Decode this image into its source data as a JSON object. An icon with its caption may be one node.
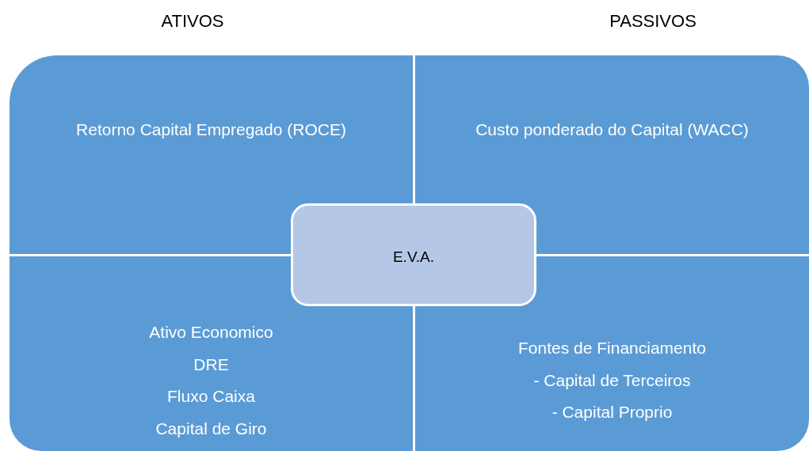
{
  "diagram": {
    "nodes": [
      {
        "text": [
          "Retorno Capital Empregado (ROCE)"
        ]
      },
      {
        "text": [
          "Custo ponderado do Capital (WACC)"
        ]
      },
      {
        "text": [
          "Ativo Economico",
          "DRE",
          "Fluxo Caixa",
          "Capital de Giro"
        ]
      },
      {
        "text": [
          "Fontes de Financiamento",
          "- Capital de Terceiros",
          "- Capital Proprio"
        ]
      },
      {
        "text": [
          "E.V.A."
        ]
      }
    ],
    "edges": [],
    "labels": [
      "ATIVOS",
      "PASSIVOS"
    ]
  }
}
